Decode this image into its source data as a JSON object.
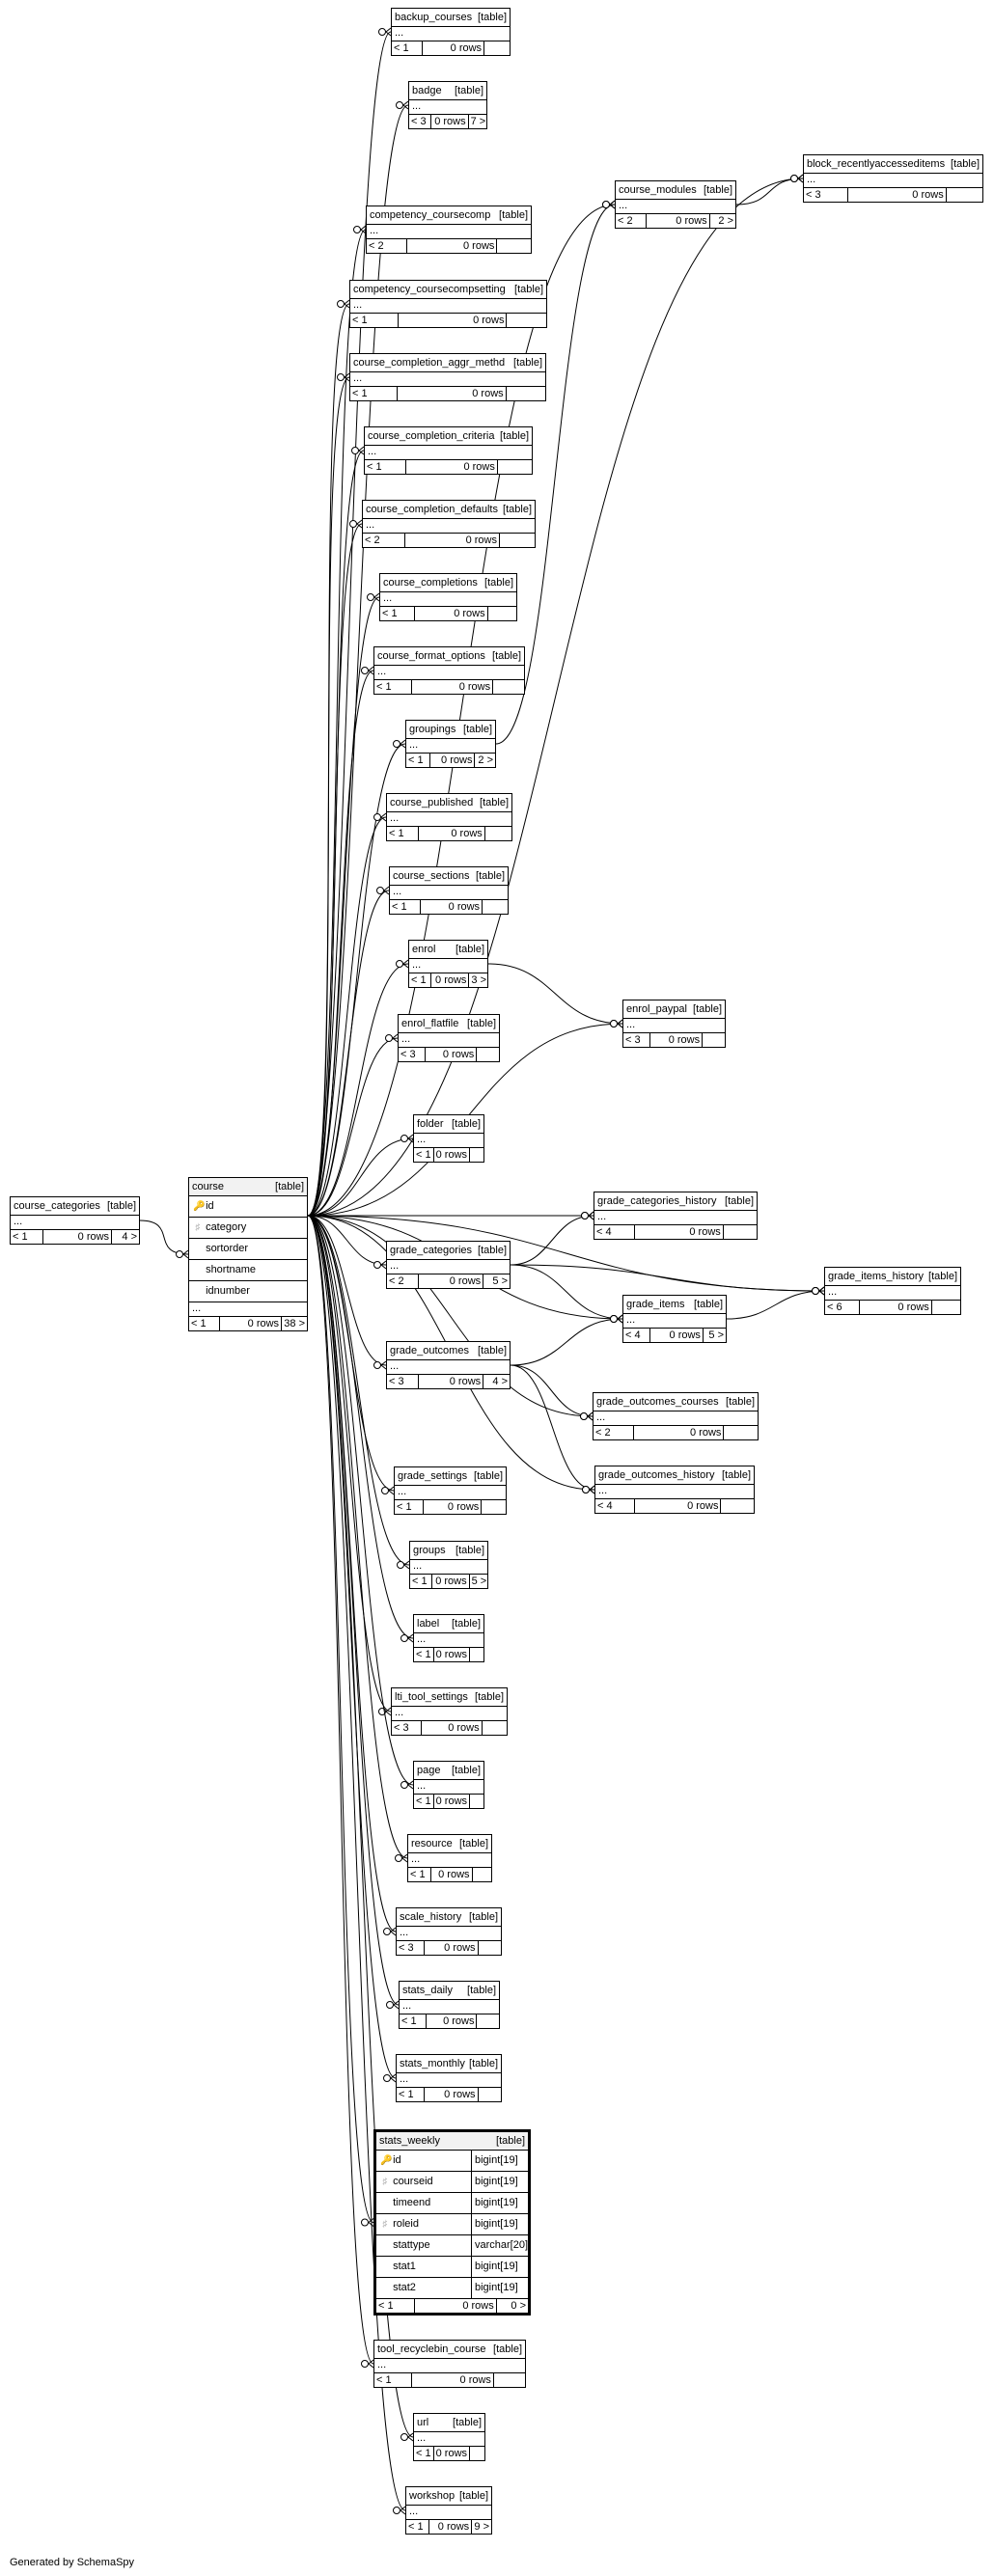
{
  "footer": "Generated by SchemaSpy",
  "tables": [
    {
      "id": "backup_courses",
      "name": "backup_courses",
      "tag": "[table]",
      "body": "...",
      "left": "< 1",
      "rows": "0 rows",
      "right": ""
    },
    {
      "id": "badge",
      "name": "badge",
      "tag": "[table]",
      "body": "...",
      "left": "< 3",
      "rows": "0 rows",
      "right": "7 >"
    },
    {
      "id": "block_recentlyaccesseditems",
      "name": "block_recentlyaccesseditems",
      "tag": "[table]",
      "body": "...",
      "left": "< 3",
      "rows": "0 rows",
      "right": ""
    },
    {
      "id": "course_modules",
      "name": "course_modules",
      "tag": "[table]",
      "body": "...",
      "left": "< 2",
      "rows": "0 rows",
      "right": "2 >"
    },
    {
      "id": "competency_coursecomp",
      "name": "competency_coursecomp",
      "tag": "[table]",
      "body": "...",
      "left": "< 2",
      "rows": "0 rows",
      "right": ""
    },
    {
      "id": "competency_coursecompsetting",
      "name": "competency_coursecompsetting",
      "tag": "[table]",
      "body": "...",
      "left": "< 1",
      "rows": "0 rows",
      "right": ""
    },
    {
      "id": "course_completion_aggr_methd",
      "name": "course_completion_aggr_methd",
      "tag": "[table]",
      "body": "...",
      "left": "< 1",
      "rows": "0 rows",
      "right": ""
    },
    {
      "id": "course_completion_criteria",
      "name": "course_completion_criteria",
      "tag": "[table]",
      "body": "...",
      "left": "< 1",
      "rows": "0 rows",
      "right": ""
    },
    {
      "id": "course_completion_defaults",
      "name": "course_completion_defaults",
      "tag": "[table]",
      "body": "...",
      "left": "< 2",
      "rows": "0 rows",
      "right": ""
    },
    {
      "id": "course_completions",
      "name": "course_completions",
      "tag": "[table]",
      "body": "...",
      "left": "< 1",
      "rows": "0 rows",
      "right": ""
    },
    {
      "id": "course_format_options",
      "name": "course_format_options",
      "tag": "[table]",
      "body": "...",
      "left": "< 1",
      "rows": "0 rows",
      "right": ""
    },
    {
      "id": "groupings",
      "name": "groupings",
      "tag": "[table]",
      "body": "...",
      "left": "< 1",
      "rows": "0 rows",
      "right": "2 >"
    },
    {
      "id": "course_published",
      "name": "course_published",
      "tag": "[table]",
      "body": "...",
      "left": "< 1",
      "rows": "0 rows",
      "right": ""
    },
    {
      "id": "course_sections",
      "name": "course_sections",
      "tag": "[table]",
      "body": "...",
      "left": "< 1",
      "rows": "0 rows",
      "right": ""
    },
    {
      "id": "enrol",
      "name": "enrol",
      "tag": "[table]",
      "body": "...",
      "left": "< 1",
      "rows": "0 rows",
      "right": "3 >"
    },
    {
      "id": "enrol_paypal",
      "name": "enrol_paypal",
      "tag": "[table]",
      "body": "...",
      "left": "< 3",
      "rows": "0 rows",
      "right": ""
    },
    {
      "id": "enrol_flatfile",
      "name": "enrol_flatfile",
      "tag": "[table]",
      "body": "...",
      "left": "< 3",
      "rows": "0 rows",
      "right": ""
    },
    {
      "id": "folder",
      "name": "folder",
      "tag": "[table]",
      "body": "...",
      "left": "< 1",
      "rows": "0 rows",
      "right": ""
    },
    {
      "id": "course_categories",
      "name": "course_categories",
      "tag": "[table]",
      "body": "...",
      "left": "< 1",
      "rows": "0 rows",
      "right": "4 >"
    },
    {
      "id": "grade_categories_history",
      "name": "grade_categories_history",
      "tag": "[table]",
      "body": "...",
      "left": "< 4",
      "rows": "0 rows",
      "right": ""
    },
    {
      "id": "grade_categories",
      "name": "grade_categories",
      "tag": "[table]",
      "body": "...",
      "left": "< 2",
      "rows": "0 rows",
      "right": "5 >"
    },
    {
      "id": "grade_items_history",
      "name": "grade_items_history",
      "tag": "[table]",
      "body": "...",
      "left": "< 6",
      "rows": "0 rows",
      "right": ""
    },
    {
      "id": "grade_items",
      "name": "grade_items",
      "tag": "[table]",
      "body": "...",
      "left": "< 4",
      "rows": "0 rows",
      "right": "5 >"
    },
    {
      "id": "grade_outcomes",
      "name": "grade_outcomes",
      "tag": "[table]",
      "body": "...",
      "left": "< 3",
      "rows": "0 rows",
      "right": "4 >"
    },
    {
      "id": "grade_outcomes_courses",
      "name": "grade_outcomes_courses",
      "tag": "[table]",
      "body": "...",
      "left": "< 2",
      "rows": "0 rows",
      "right": ""
    },
    {
      "id": "grade_outcomes_history",
      "name": "grade_outcomes_history",
      "tag": "[table]",
      "body": "...",
      "left": "< 4",
      "rows": "0 rows",
      "right": ""
    },
    {
      "id": "grade_settings",
      "name": "grade_settings",
      "tag": "[table]",
      "body": "...",
      "left": "< 1",
      "rows": "0 rows",
      "right": ""
    },
    {
      "id": "groups",
      "name": "groups",
      "tag": "[table]",
      "body": "...",
      "left": "< 1",
      "rows": "0 rows",
      "right": "5 >"
    },
    {
      "id": "label",
      "name": "label",
      "tag": "[table]",
      "body": "...",
      "left": "< 1",
      "rows": "0 rows",
      "right": ""
    },
    {
      "id": "lti_tool_settings",
      "name": "lti_tool_settings",
      "tag": "[table]",
      "body": "...",
      "left": "< 3",
      "rows": "0 rows",
      "right": ""
    },
    {
      "id": "page",
      "name": "page",
      "tag": "[table]",
      "body": "...",
      "left": "< 1",
      "rows": "0 rows",
      "right": ""
    },
    {
      "id": "resource",
      "name": "resource",
      "tag": "[table]",
      "body": "...",
      "left": "< 1",
      "rows": "0 rows",
      "right": ""
    },
    {
      "id": "scale_history",
      "name": "scale_history",
      "tag": "[table]",
      "body": "...",
      "left": "< 3",
      "rows": "0 rows",
      "right": ""
    },
    {
      "id": "stats_daily",
      "name": "stats_daily",
      "tag": "[table]",
      "body": "...",
      "left": "< 1",
      "rows": "0 rows",
      "right": ""
    },
    {
      "id": "stats_monthly",
      "name": "stats_monthly",
      "tag": "[table]",
      "body": "...",
      "left": "< 1",
      "rows": "0 rows",
      "right": ""
    },
    {
      "id": "tool_recyclebin_course",
      "name": "tool_recyclebin_course",
      "tag": "[table]",
      "body": "...",
      "left": "< 1",
      "rows": "0 rows",
      "right": ""
    },
    {
      "id": "url",
      "name": "url",
      "tag": "[table]",
      "body": "...",
      "left": "< 1",
      "rows": "0 rows",
      "right": ""
    },
    {
      "id": "workshop",
      "name": "workshop",
      "tag": "[table]",
      "body": "...",
      "left": "< 1",
      "rows": "0 rows",
      "right": "9 >"
    }
  ],
  "course": {
    "name": "course",
    "tag": "[table]",
    "columns": [
      {
        "name": "id",
        "key": "pk"
      },
      {
        "name": "category",
        "key": "fk"
      },
      {
        "name": "sortorder",
        "key": ""
      },
      {
        "name": "shortname",
        "key": ""
      },
      {
        "name": "idnumber",
        "key": ""
      }
    ],
    "more": "...",
    "left": "< 1",
    "rows": "0 rows",
    "right": "38 >"
  },
  "stats_weekly": {
    "name": "stats_weekly",
    "tag": "[table]",
    "columns": [
      {
        "name": "id",
        "type": "bigint[19]",
        "key": "pk"
      },
      {
        "name": "courseid",
        "type": "bigint[19]",
        "key": "fk"
      },
      {
        "name": "timeend",
        "type": "bigint[19]",
        "key": ""
      },
      {
        "name": "roleid",
        "type": "bigint[19]",
        "key": "fk"
      },
      {
        "name": "stattype",
        "type": "varchar[20]",
        "key": ""
      },
      {
        "name": "stat1",
        "type": "bigint[19]",
        "key": ""
      },
      {
        "name": "stat2",
        "type": "bigint[19]",
        "key": ""
      }
    ],
    "left": "< 1",
    "rows": "0 rows",
    "right": "0 >"
  },
  "key_glyphs": {
    "pk": "key-icon",
    "fk": "foreign-key-icon"
  },
  "relationships": [
    [
      "course",
      "backup_courses"
    ],
    [
      "course",
      "badge"
    ],
    [
      "course",
      "block_recentlyaccesseditems"
    ],
    [
      "course",
      "course_modules"
    ],
    [
      "course",
      "competency_coursecomp"
    ],
    [
      "course",
      "competency_coursecompsetting"
    ],
    [
      "course",
      "course_completion_aggr_methd"
    ],
    [
      "course",
      "course_completion_criteria"
    ],
    [
      "course",
      "course_completion_defaults"
    ],
    [
      "course",
      "course_completions"
    ],
    [
      "course",
      "course_format_options"
    ],
    [
      "course",
      "groupings"
    ],
    [
      "course",
      "course_published"
    ],
    [
      "course",
      "course_sections"
    ],
    [
      "course",
      "enrol"
    ],
    [
      "course",
      "enrol_paypal"
    ],
    [
      "course",
      "enrol_flatfile"
    ],
    [
      "course",
      "folder"
    ],
    [
      "course",
      "grade_categories_history"
    ],
    [
      "course",
      "grade_categories"
    ],
    [
      "course",
      "grade_items_history"
    ],
    [
      "course",
      "grade_items"
    ],
    [
      "course",
      "grade_outcomes"
    ],
    [
      "course",
      "grade_outcomes_courses"
    ],
    [
      "course",
      "grade_outcomes_history"
    ],
    [
      "course",
      "grade_settings"
    ],
    [
      "course",
      "groups"
    ],
    [
      "course",
      "label"
    ],
    [
      "course",
      "lti_tool_settings"
    ],
    [
      "course",
      "page"
    ],
    [
      "course",
      "resource"
    ],
    [
      "course",
      "scale_history"
    ],
    [
      "course",
      "stats_daily"
    ],
    [
      "course",
      "stats_monthly"
    ],
    [
      "course",
      "stats_weekly"
    ],
    [
      "course",
      "tool_recyclebin_course"
    ],
    [
      "course",
      "url"
    ],
    [
      "course",
      "workshop"
    ],
    [
      "course_categories",
      "course"
    ],
    [
      "groupings",
      "course_modules"
    ],
    [
      "course_modules",
      "block_recentlyaccesseditems"
    ],
    [
      "enrol",
      "enrol_paypal"
    ],
    [
      "grade_categories",
      "grade_categories_history"
    ],
    [
      "grade_categories",
      "grade_items"
    ],
    [
      "grade_categories",
      "grade_items_history"
    ],
    [
      "grade_items",
      "grade_items_history"
    ],
    [
      "grade_outcomes",
      "grade_items"
    ],
    [
      "grade_outcomes",
      "grade_outcomes_courses"
    ],
    [
      "grade_outcomes",
      "grade_outcomes_history"
    ]
  ]
}
